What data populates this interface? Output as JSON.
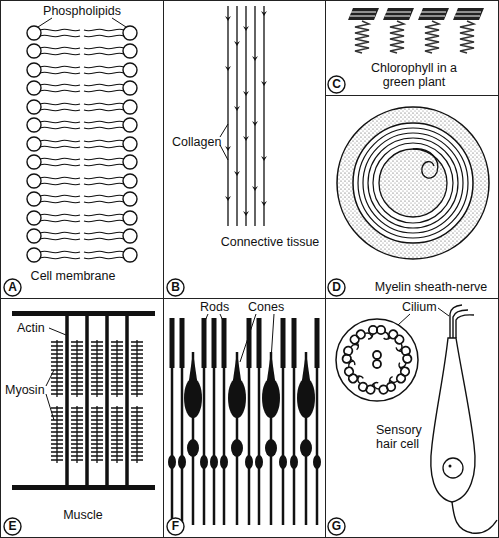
{
  "diagram": {
    "nodes": [
      {
        "text": [
          "Phospholipids",
          "Cell membrane"
        ]
      },
      {
        "text": [
          "A"
        ],
        "in": 0
      },
      {
        "text": [
          "Collagen",
          "Connective tissue"
        ]
      },
      {
        "text": [
          "B"
        ],
        "in": 2
      },
      {
        "text": [
          "Chlorophyll in a green plant"
        ]
      },
      {
        "text": [
          "C"
        ],
        "in": 4
      },
      {
        "text": [
          "Myelin sheath-nerve"
        ]
      },
      {
        "text": [
          "D"
        ],
        "in": 6
      },
      {
        "text": [
          "Actin",
          "Myosin",
          "Muscle"
        ]
      },
      {
        "text": [
          "E"
        ],
        "in": 8
      },
      {
        "text": [
          "Rods",
          "Cones"
        ]
      },
      {
        "text": [
          "F"
        ],
        "in": 10
      },
      {
        "text": [
          "Cilium",
          "Sensory hair cell"
        ]
      },
      {
        "text": [
          "G"
        ],
        "in": 12
      }
    ]
  }
}
